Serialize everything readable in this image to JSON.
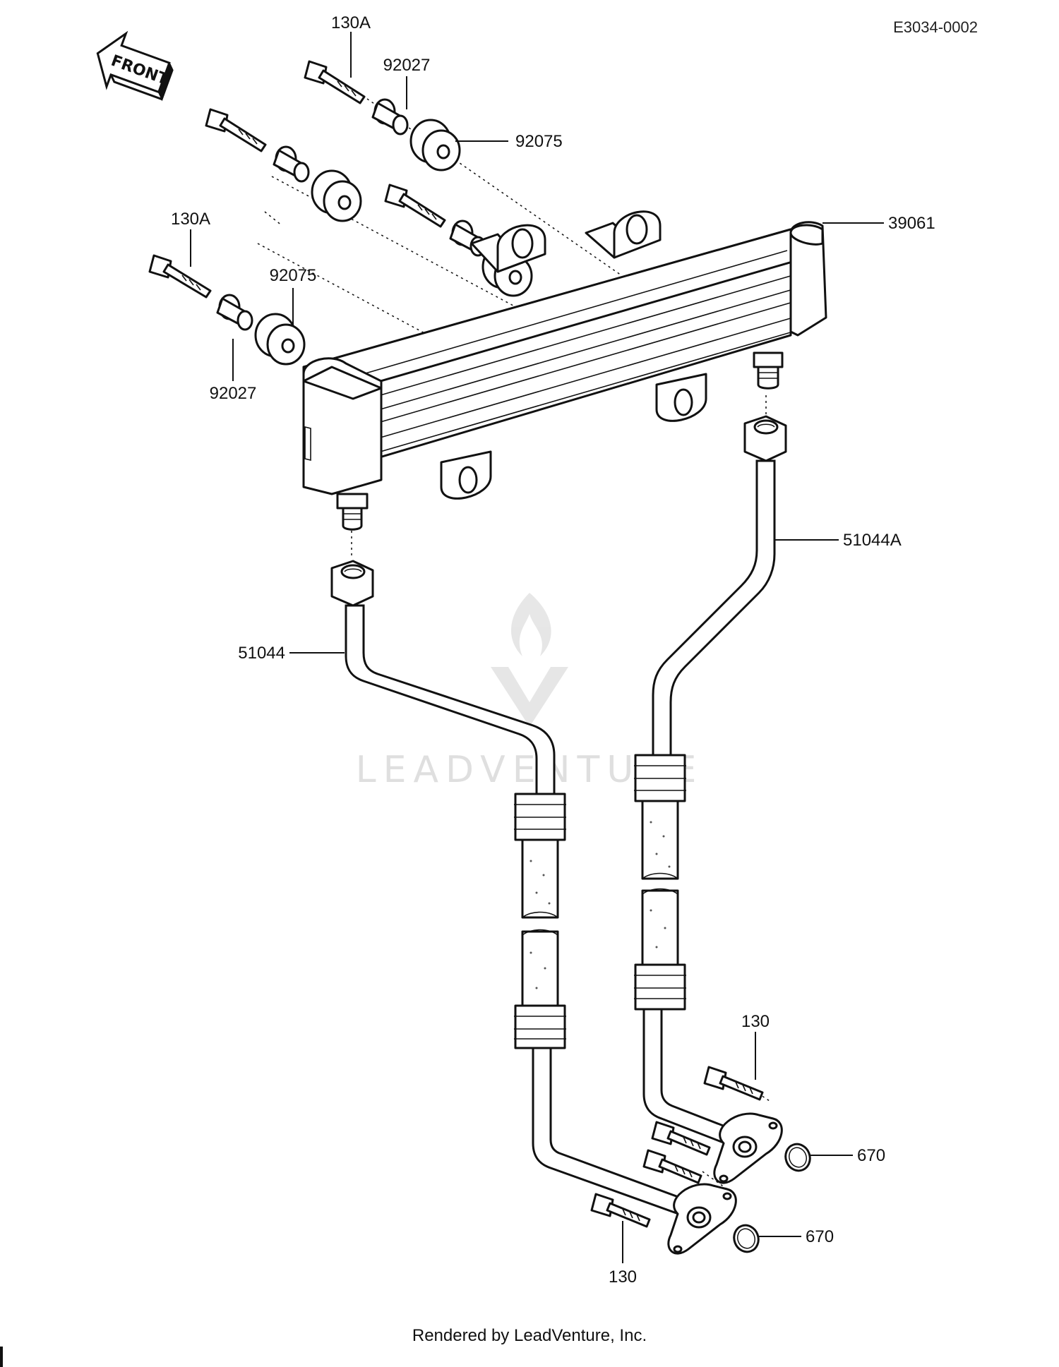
{
  "doc_id": "E3034-0002",
  "front_arrow_label": "FRONT",
  "watermark_text": "LEADVENTURE",
  "footer_text": "Rendered by LeadVenture, Inc.",
  "labels": {
    "bolt_top": "130A",
    "collar_top": "92027",
    "grommet_top": "92075",
    "bolt_left": "130A",
    "grommet_left": "92075",
    "collar_left": "92027",
    "cooler": "39061",
    "pipe_right": "51044A",
    "pipe_left": "51044",
    "bolt_right": "130",
    "oring_right": "670",
    "oring_bottom": "670",
    "bolt_bottom": "130"
  }
}
